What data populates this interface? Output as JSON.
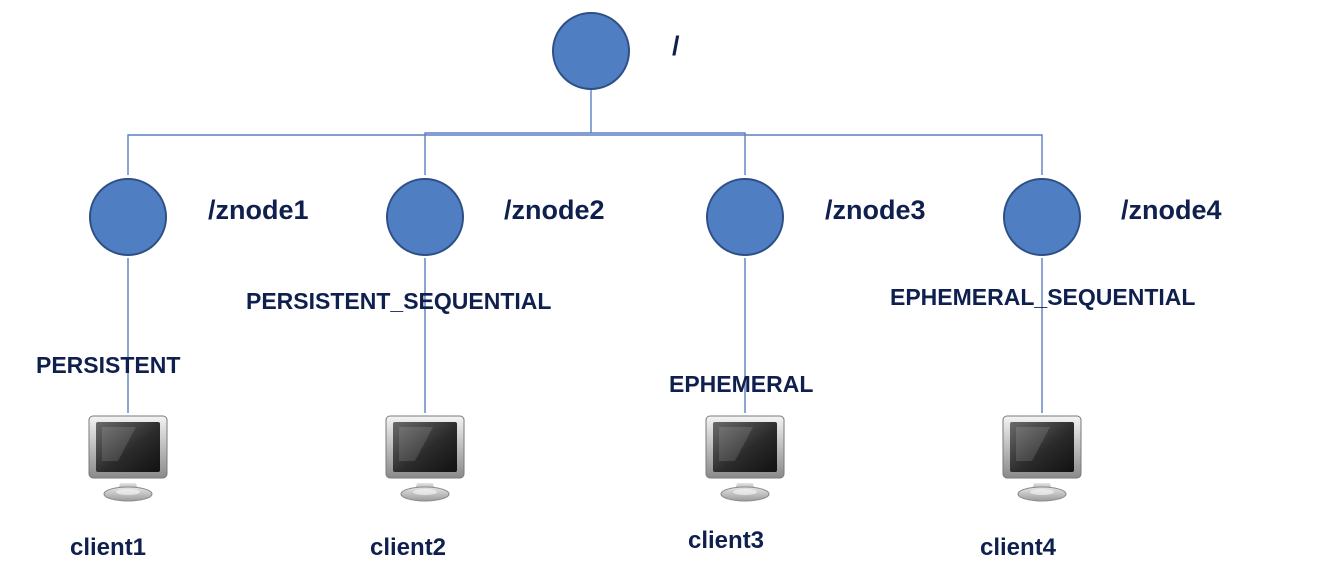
{
  "diagram": {
    "root": {
      "label": "/"
    },
    "nodes": [
      {
        "label": "/znode1",
        "mode": "PERSISTENT",
        "client": "client1"
      },
      {
        "label": "/znode2",
        "mode": "PERSISTENT_SEQUENTIAL",
        "client": "client2"
      },
      {
        "label": "/znode3",
        "mode": "EPHEMERAL",
        "client": "client3"
      },
      {
        "label": "/znode4",
        "mode": "EPHEMERAL_SEQUENTIAL",
        "client": "client4"
      }
    ],
    "colors": {
      "node_fill": "#4f7fc2",
      "node_stroke": "#2e4f86",
      "edge": "#5b7fc2",
      "text": "#0f1f4e"
    },
    "icons": [
      "monitor-icon"
    ]
  }
}
